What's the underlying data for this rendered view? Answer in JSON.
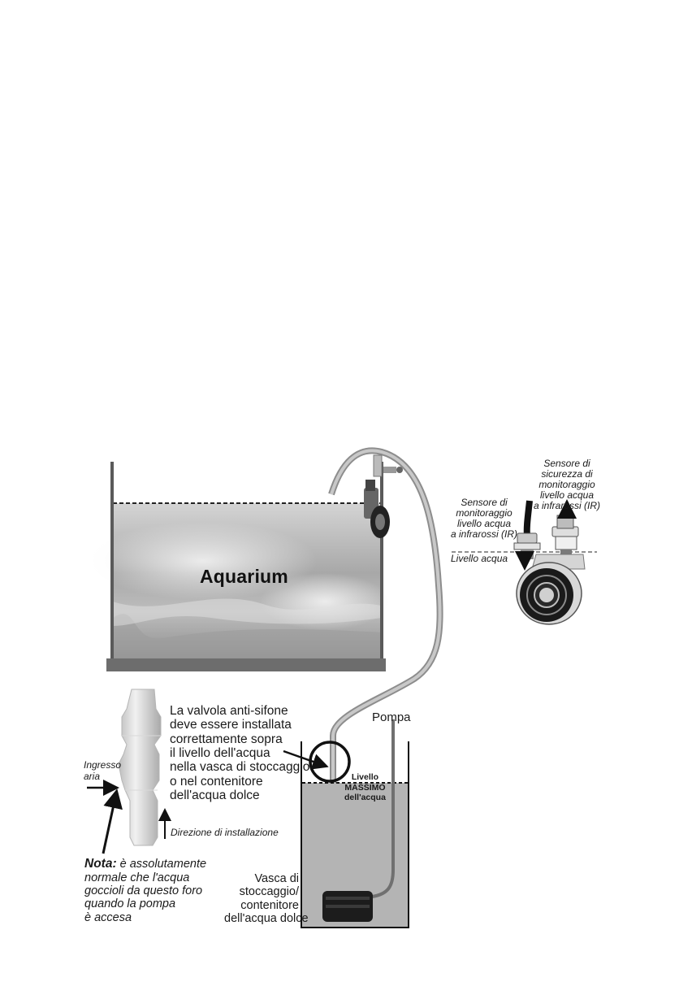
{
  "aquarium_label": "Aquarium",
  "pump_label": "Pompa",
  "valve_note": [
    "La valvola anti-sifone",
    "deve essere installata",
    "correttamente sopra",
    "il livello dell'acqua",
    "nella vasca di stoccaggio",
    "o nel contenitore",
    "dell'acqua dolce"
  ],
  "max_level": [
    "Livello",
    "MASSIMO",
    "dell'acqua"
  ],
  "storage_tank": [
    "Vasca di",
    "stoccaggio/",
    "contenitore",
    "dell'acqua dolce"
  ],
  "ir_sensor": [
    "Sensore di",
    "monitoraggio",
    "livello acqua",
    "a infrarossi (IR)"
  ],
  "safety_sensor": [
    "Sensore di",
    "sicurezza di",
    "monitoraggio",
    "livello acqua",
    "a infrarossi (IR)"
  ],
  "water_level": "Livello acqua",
  "air_inlet": [
    "Ingresso",
    "aria"
  ],
  "install_direction": "Direzione di installazione",
  "note": {
    "prefix": "Nota:",
    "lines": [
      "è assolutamente",
      "normale che l'acqua",
      "goccioli da questo foro",
      "quando la pompa",
      "è accesa"
    ]
  }
}
